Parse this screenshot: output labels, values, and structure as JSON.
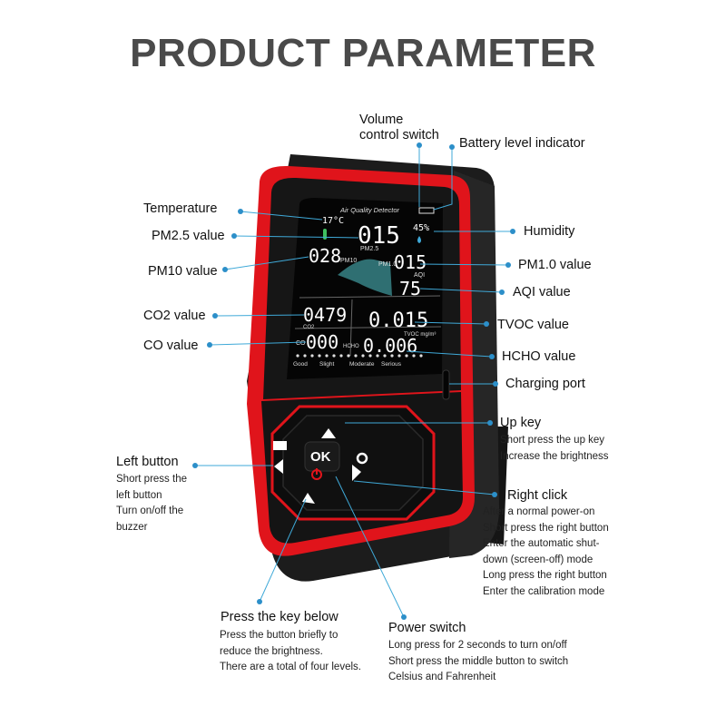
{
  "title": "PRODUCT PARAMETER",
  "labels": {
    "volume_line1": "Volume",
    "volume_line2": "control switch",
    "battery": "Battery level indicator",
    "temperature": "Temperature",
    "humidity": "Humidity",
    "pm25": "PM2.5 value",
    "pm10": "PM10 value",
    "pm1": "PM1.0 value",
    "aqi": "AQI value",
    "co2": "CO2 value",
    "tvoc": "TVOC value",
    "co": "CO value",
    "hcho": "HCHO value",
    "charging": "Charging port"
  },
  "buttons": {
    "up": {
      "label": "Up key",
      "desc": [
        "Short press the up key",
        "Increase the brightness"
      ]
    },
    "left": {
      "label": "Left button",
      "desc": [
        "Short press the",
        "left button",
        "Turn on/off the",
        "buzzer"
      ]
    },
    "right": {
      "label": "Right click",
      "desc": [
        "After a normal power-on",
        "Short press the right button",
        "Enter the automatic shut-",
        "down (screen-off) mode",
        "Long press the right button",
        "Enter the calibration mode"
      ]
    },
    "down": {
      "label": "Press the key below",
      "desc": [
        "Press the button briefly to",
        "reduce the brightness.",
        "There are a total of four levels."
      ]
    },
    "power": {
      "label": "Power switch",
      "desc": [
        "Long press for 2 seconds to turn on/off",
        "Short press the middle button to switch",
        "Celsius and Fahrenheit"
      ]
    }
  },
  "screen": {
    "header": "Air Quality Detector",
    "temperature": "17°C",
    "humidity": "45%",
    "pm25": "015",
    "pm25_label": "PM2.5",
    "pm10": "028",
    "pm10_label": "PM10",
    "pm1": "015",
    "pm1_label": "PM1.0",
    "aqi_label": "AQI",
    "aqi": "75",
    "co2": "0479",
    "co2_label": "CO2",
    "tvoc": "0.015",
    "tvoc_label": "TVOC mg/m³",
    "co": "000",
    "co_label": "CO",
    "hcho": "0.006",
    "hcho_label": "HCHO",
    "scale": [
      "Good",
      "Slight",
      "Moderate",
      "Serious"
    ]
  },
  "keypad": {
    "ok": "OK"
  },
  "colors": {
    "device_red": "#e0141b",
    "body_black": "#1b1b1b",
    "screen_bg": "#050505",
    "line": "#3fa9d8",
    "dot": "#2c8fc9"
  }
}
